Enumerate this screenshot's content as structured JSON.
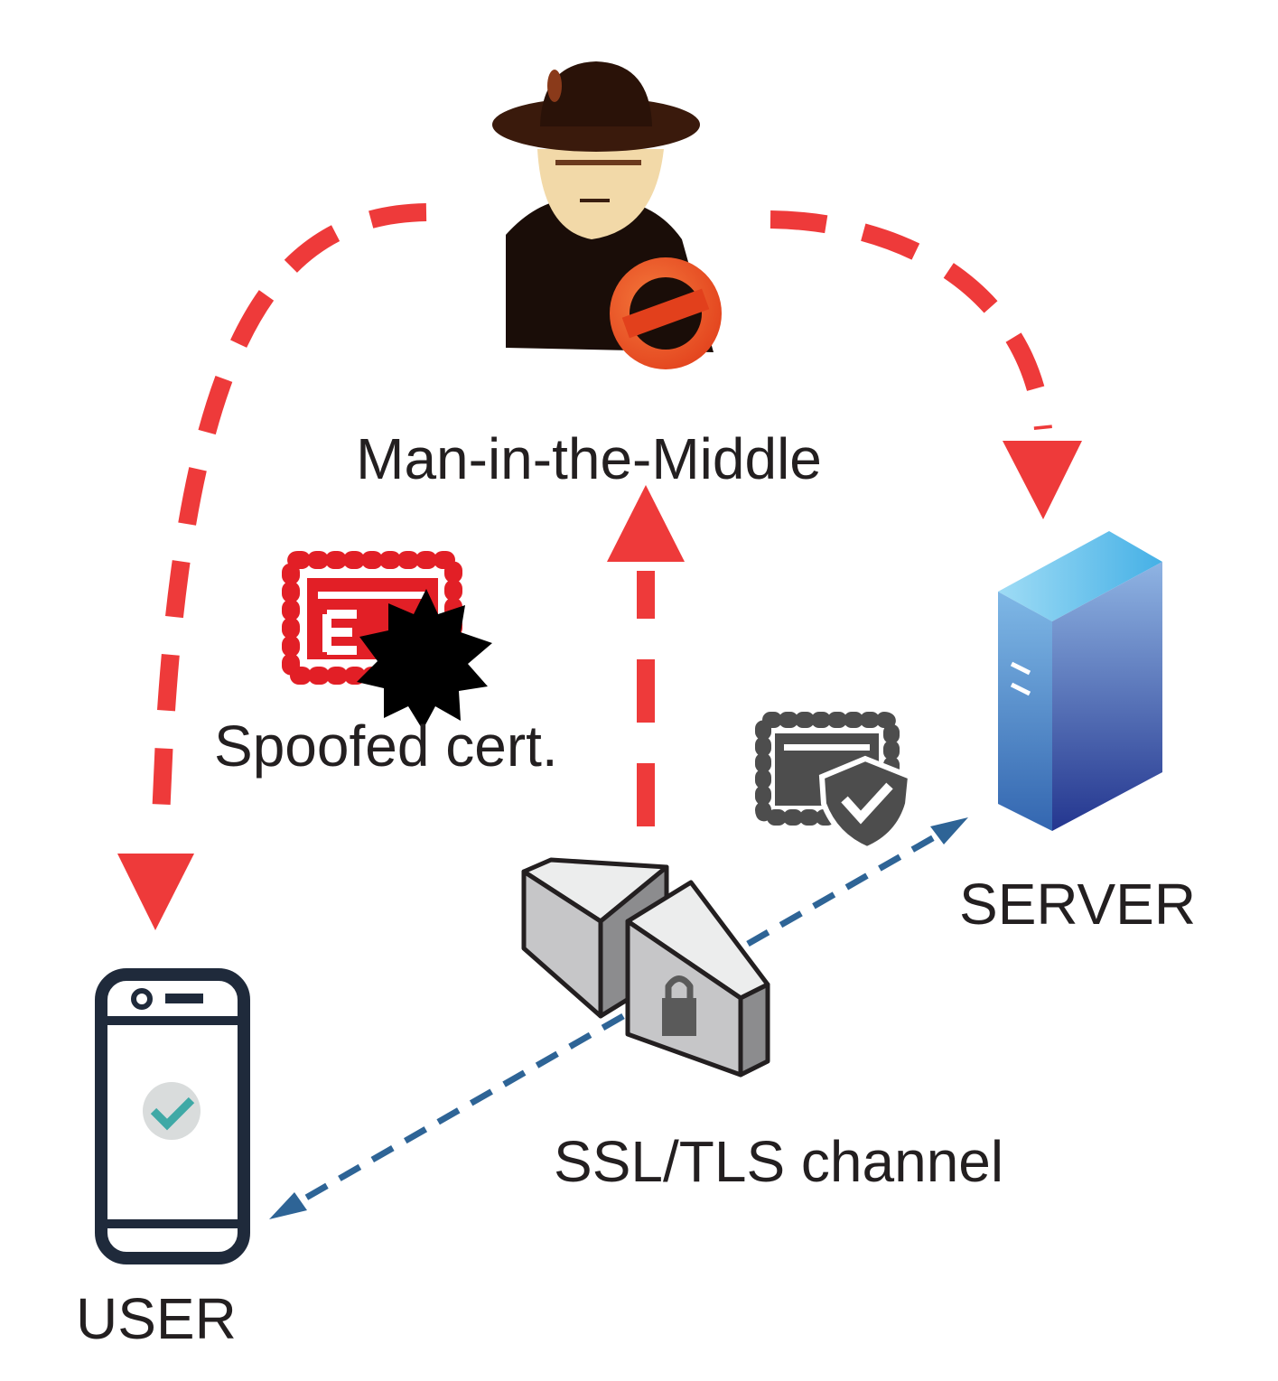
{
  "labels": {
    "mitm": "Man-in-the-Middle",
    "spoofed": "Spoofed cert.",
    "server": "SERVER",
    "channel": "SSL/TLS channel",
    "user": "USER"
  },
  "icons": {
    "attacker": "spy-hat-coat-with-forbidden-sign-icon",
    "spoofed_cert": "red-certificate-with-black-seal-icon",
    "valid_cert": "gray-certificate-with-shield-check-icon",
    "server": "server-tower-icon",
    "firewall": "ssl-firewall-lock-blocks-icon",
    "user": "smartphone-with-check-icon"
  },
  "colors": {
    "attack_path": "#ee3a3a",
    "secure_channel": "#2e6496",
    "spoofed_cert": "#e21f26",
    "valid_cert": "#4d4d4d",
    "text": "#231f20"
  }
}
